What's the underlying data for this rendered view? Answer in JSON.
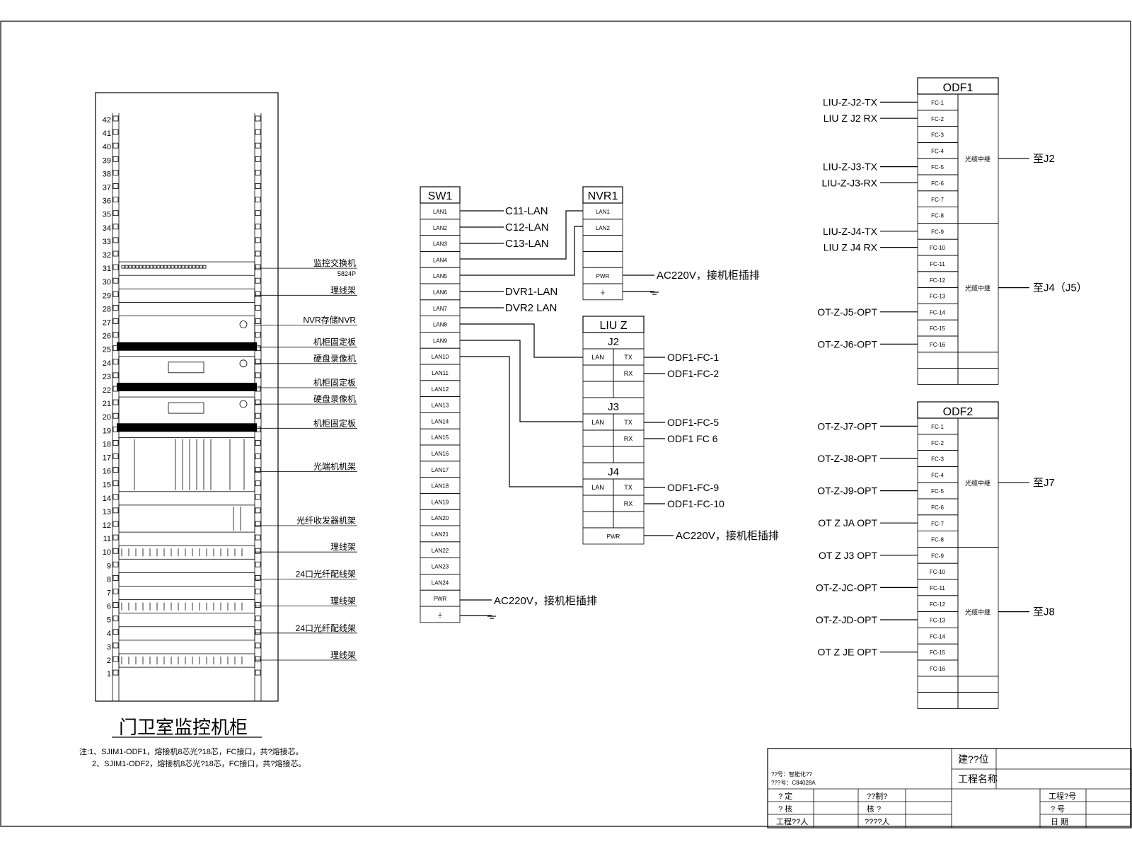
{
  "rack": {
    "title": "门卫室监控机柜",
    "units": [
      "42",
      "41",
      "40",
      "39",
      "38",
      "37",
      "36",
      "35",
      "34",
      "33",
      "32",
      "31",
      "30",
      "29",
      "28",
      "27",
      "26",
      "25",
      "24",
      "23",
      "22",
      "21",
      "20",
      "19",
      "18",
      "17",
      "16",
      "15",
      "14",
      "13",
      "12",
      "11",
      "10",
      "9",
      "8",
      "7",
      "6",
      "5",
      "4",
      "3",
      "2",
      "1"
    ],
    "labels": [
      {
        "text": "监控交换机",
        "sub": "5824P"
      },
      {
        "text": "理线架"
      },
      {
        "text": "NVR存储NVR"
      },
      {
        "text": "机柜固定板"
      },
      {
        "text": "硬盘录像机"
      },
      {
        "text": "机柜固定板"
      },
      {
        "text": "硬盘录像机"
      },
      {
        "text": "机柜固定板"
      },
      {
        "text": "光端机机架"
      },
      {
        "text": "光纤收发器机架"
      },
      {
        "text": "理线架"
      },
      {
        "text": "24口光纤配线架"
      },
      {
        "text": "理线架"
      },
      {
        "text": "24口光纤配线架"
      },
      {
        "text": "理线架"
      }
    ],
    "notes": [
      "注:1、SJIM1-ODF1，熔接机8芯光?18芯，FC接口，共?熔接芯。",
      "2、SJIM1-ODF2，熔接机8芯光?18芯，FC接口，共?熔接芯。"
    ]
  },
  "sw1": {
    "title": "SW1",
    "ports": [
      "LAN1",
      "LAN2",
      "LAN3",
      "LAN4",
      "LAN5",
      "LAN6",
      "LAN7",
      "LAN8",
      "LAN9",
      "LAN10",
      "LAN11",
      "LAN12",
      "LAN13",
      "LAN14",
      "LAN15",
      "LAN16",
      "LAN17",
      "LAN18",
      "LAN19",
      "LAN20",
      "LAN21",
      "LAN22",
      "LAN23",
      "LAN24",
      "PWR",
      "⏚"
    ],
    "connections": [
      "C11-LAN",
      "C12-LAN",
      "C13-LAN",
      "DVR1-LAN",
      "DVR2 LAN",
      "AC220V，接机柜插排"
    ]
  },
  "nvr1": {
    "title": "NVR1",
    "ports": [
      "LAN1",
      "LAN2",
      "",
      "",
      "PWR",
      "⏚"
    ],
    "power": "AC220V，接机柜插排"
  },
  "liu": {
    "title": "LIU Z",
    "groups": [
      {
        "name": "J2",
        "rows": [
          [
            "LAN",
            "TX"
          ],
          [
            "",
            "RX"
          ]
        ],
        "out": [
          "ODF1-FC-1",
          "ODF1-FC-2"
        ]
      },
      {
        "name": "J3",
        "rows": [
          [
            "LAN",
            "TX"
          ],
          [
            "",
            "RX"
          ]
        ],
        "out": [
          "ODF1-FC-5",
          "ODF1 FC 6"
        ]
      },
      {
        "name": "J4",
        "rows": [
          [
            "LAN",
            "TX"
          ],
          [
            "",
            "RX"
          ]
        ],
        "out": [
          "ODF1-FC-9",
          "ODF1-FC-10"
        ]
      }
    ],
    "pwr": "PWR",
    "power": "AC220V，接机柜插排"
  },
  "odf1": {
    "title": "ODF1",
    "ports": [
      "FC-1",
      "FC-2",
      "FC-3",
      "FC-4",
      "FC-5",
      "FC-6",
      "FC-7",
      "FC-8",
      "FC-9",
      "FC-10",
      "FC-11",
      "FC-12",
      "FC-13",
      "FC-14",
      "FC-15",
      "FC-16"
    ],
    "inputs": [
      "LIU-Z-J2-TX",
      "LIU Z J2 RX",
      "LIU-Z-J3-TX",
      "LIU-Z-J3-RX",
      "LIU-Z-J4-TX",
      "LIU Z J4 RX",
      "OT-Z-J5-OPT",
      "OT-Z-J6-OPT"
    ],
    "cables": [
      "光缆中继",
      "光缆中继"
    ],
    "dest": [
      "至J2",
      "至J4（J5）"
    ]
  },
  "odf2": {
    "title": "ODF2",
    "ports": [
      "FC-1",
      "FC-2",
      "FC-3",
      "FC-4",
      "FC-5",
      "FC-6",
      "FC-7",
      "FC-8",
      "FC-9",
      "FC-10",
      "FC-11",
      "FC-12",
      "FC-13",
      "FC-14",
      "FC-15",
      "FC-16"
    ],
    "inputs": [
      "OT-Z-J7-OPT",
      "OT-Z-J8-OPT",
      "OT-Z-J9-OPT",
      "OT Z JA OPT",
      "OT Z J3 OPT",
      "OT-Z-JC-OPT",
      "OT-Z-JD-OPT",
      "OT Z JE OPT"
    ],
    "cables": [
      "光缆中继",
      "光缆中继"
    ],
    "dest": [
      "至J7",
      "至J8"
    ]
  },
  "titleblock": {
    "info1": "??号：智能化??",
    "info2": "???号：C84028A",
    "build_unit": "建??位",
    "project_name": "工程名称",
    "r1": [
      "?  定",
      "??制?"
    ],
    "r2": [
      "?  核",
      "核  ?"
    ],
    "r3": [
      "工程??人",
      "????人"
    ],
    "right": [
      "工程?号",
      "?  号",
      "日  期"
    ]
  }
}
